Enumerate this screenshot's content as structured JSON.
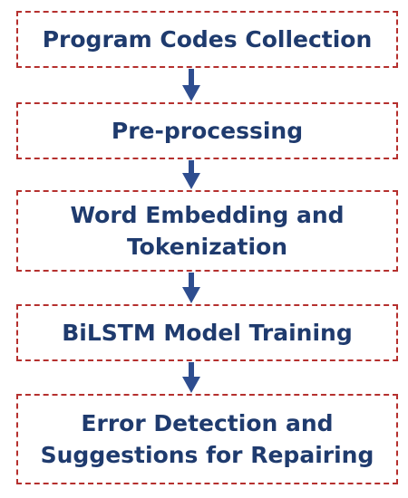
{
  "diagram": {
    "steps": [
      {
        "line1": "Program Codes Collection",
        "line2": ""
      },
      {
        "line1": "Pre-processing",
        "line2": ""
      },
      {
        "line1": "Word Embedding and",
        "line2": "Tokenization"
      },
      {
        "line1": "BiLSTM Model Training",
        "line2": ""
      },
      {
        "line1": "Error Detection and",
        "line2": "Suggestions for Repairing"
      }
    ],
    "colors": {
      "text": "#1f3b6e",
      "border": "#b5302e",
      "arrow": "#2e4d8f"
    }
  }
}
